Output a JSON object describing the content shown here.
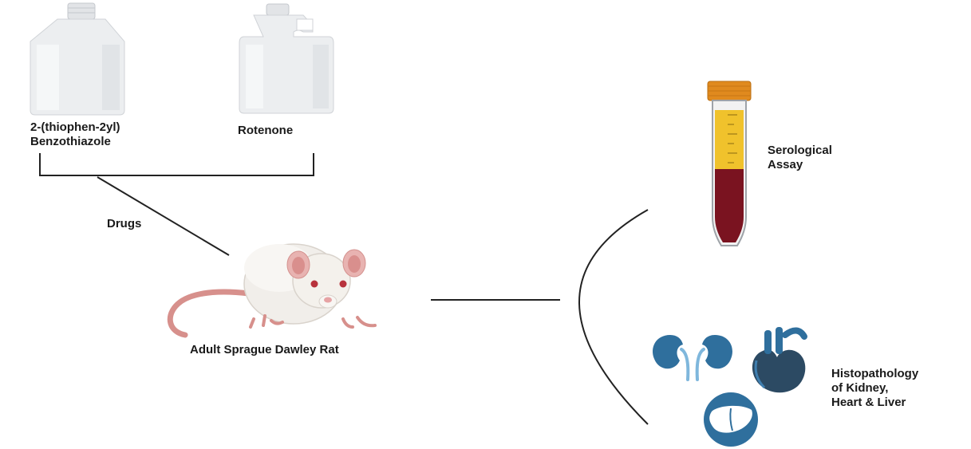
{
  "labels": {
    "compound_a": [
      "2-(thiophen-2yl)",
      "Benzothiazole"
    ],
    "compound_b": "Rotenone",
    "drugs": "Drugs",
    "subject": "Adult Sprague Dawley Rat",
    "assay_serological": [
      "Serological",
      "Assay"
    ],
    "assay_histo": [
      "Histopathology",
      "of Kidney,",
      "Heart & Liver"
    ]
  },
  "icons": {
    "bottle_small": "bottle-icon",
    "bottle_large": "jerrycan-icon",
    "rat": "rat-icon",
    "tube": "blood-tube-icon",
    "kidneys": "kidneys-icon",
    "heart": "heart-icon",
    "liver": "liver-icon"
  },
  "colors": {
    "organ_blue": "#2f6f9d",
    "organ_dark": "#2c4a63",
    "tube_cap": "#e08a1e",
    "serum": "#f0c22c",
    "blood": "#7a1320",
    "rat_body": "#f1eeea",
    "rat_tail": "#d7908c"
  }
}
